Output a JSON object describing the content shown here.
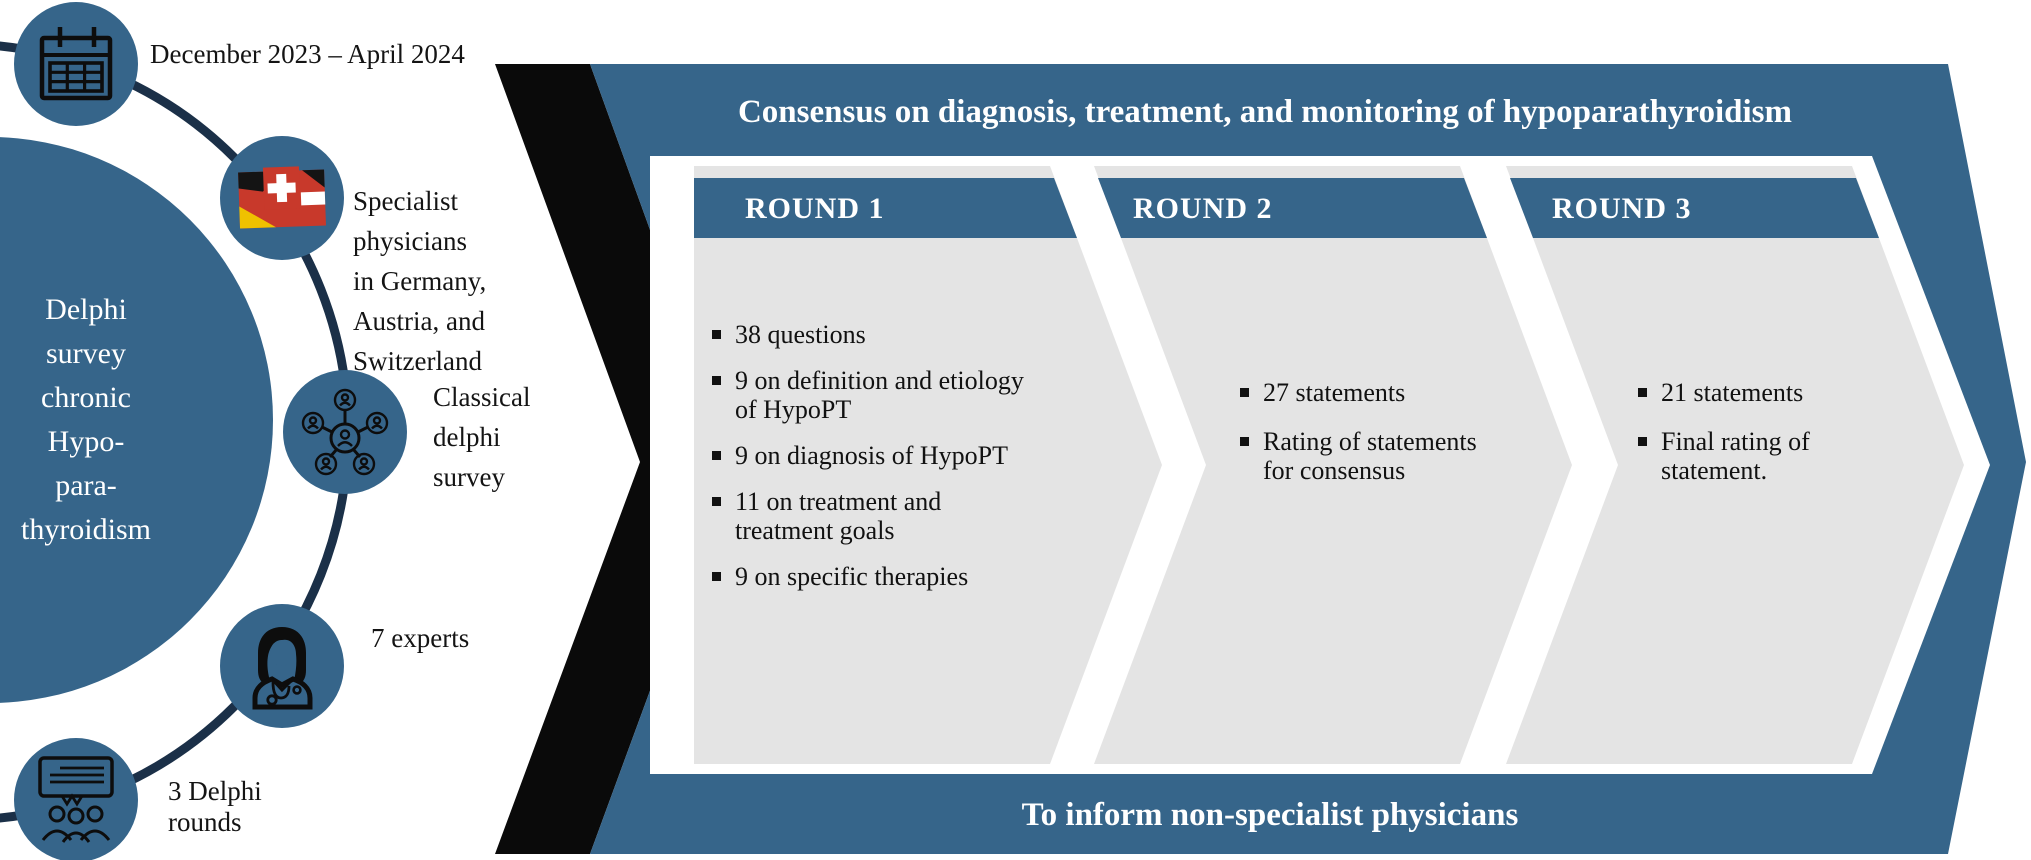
{
  "colors": {
    "accent_blue": "#36658a",
    "arc_navy": "#1b3048",
    "chevron_black": "#0a0a0a",
    "panel_grey": "#e4e4e4",
    "flag_red": "#c8392b",
    "flag_gold": "#efc100",
    "flag_black": "#141414",
    "text_white": "#ffffff",
    "text_black": "#141414"
  },
  "hub": {
    "lines": [
      "Delphi",
      "survey",
      "chronic",
      "Hypo-",
      "para-",
      "thyroidism"
    ]
  },
  "nodes": {
    "timeline": {
      "icon": "calendar-icon",
      "label": "December 2023 – April 2024"
    },
    "physicians": {
      "icon": "flags-icon",
      "lines": [
        "Specialist",
        "physicians",
        "in Germany,",
        "Austria, and",
        "Switzerland"
      ]
    },
    "method": {
      "icon": "network-icon",
      "lines": [
        "Classical",
        "delphi",
        "survey"
      ]
    },
    "experts": {
      "icon": "doctor-icon",
      "label": "7 experts"
    },
    "rounds": {
      "icon": "discussion-icon",
      "lines": [
        "3 Delphi",
        "rounds"
      ]
    }
  },
  "banner": {
    "title": "Consensus on diagnosis, treatment, and monitoring of hypoparathyroidism",
    "footer": "To inform non-specialist physicians",
    "rounds": [
      {
        "header": "ROUND 1",
        "items": [
          "38 questions",
          "9 on definition and etiology of HypoPT",
          "9 on diagnosis of HypoPT",
          "11 on treatment and treatment goals",
          "9 on specific therapies"
        ]
      },
      {
        "header": "ROUND 2",
        "items": [
          "27 statements",
          "Rating of statements for consensus"
        ]
      },
      {
        "header": "ROUND 3",
        "items": [
          "21 statements",
          "Final rating of statement."
        ]
      }
    ]
  }
}
